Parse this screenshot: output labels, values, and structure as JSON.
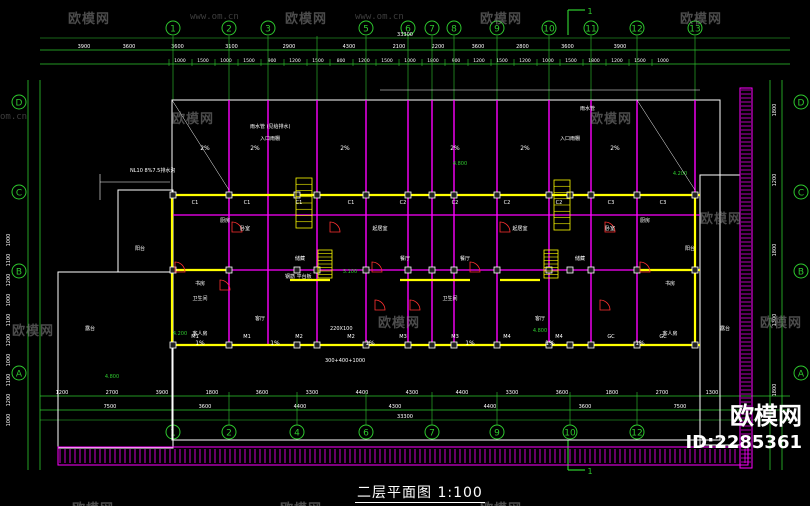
{
  "caption": "二层平面图 1:100",
  "brand": {
    "name": "欧模网",
    "id": "ID:2285361"
  },
  "watermark": {
    "text": "欧模网",
    "url": "www.om.cn",
    "url_short": "om.cn"
  },
  "axes_top": [
    "1",
    "2",
    "3",
    "5",
    "6",
    "7",
    "8",
    "9",
    "10",
    "11",
    "12",
    "13"
  ],
  "axes_bottom": [
    "1",
    "2",
    "4",
    "6",
    "7",
    "9",
    "10",
    "12"
  ],
  "axes_left": [
    "D",
    "C",
    "B",
    "A"
  ],
  "section_mark": "1",
  "dims_top_row1": [
    "3900",
    "3600",
    "3600",
    "3100",
    "2900",
    "4300",
    "2100",
    "2200",
    "3600",
    "2800",
    "3600",
    "3900"
  ],
  "total_top": "33300",
  "dims_top_row2": [
    "1000",
    "1500",
    "1000",
    "1500",
    "900",
    "1200",
    "1500",
    "800",
    "1200",
    "1500",
    "1000",
    "1800",
    "900",
    "1200",
    "1500",
    "1200",
    "1000",
    "1500",
    "1800",
    "1200",
    "1500",
    "1000"
  ],
  "dims_bottom_row1": [
    "1200",
    "2700",
    "3900",
    "1800",
    "3600",
    "3300",
    "4400",
    "4300",
    "4400",
    "3300",
    "3600",
    "1800",
    "2700",
    "1300"
  ],
  "dims_bottom_row2": [
    "7500",
    "3600",
    "4400",
    "4300",
    "4400",
    "3600",
    "7500"
  ],
  "total_bottom": "33300",
  "dims_right": [
    "1800",
    "1200",
    "1800",
    "1300",
    "1800"
  ],
  "room_labels": [
    "入口雨棚",
    "入口雨棚",
    "卧室",
    "卧室",
    "起居室",
    "起居室",
    "客厅",
    "客厅",
    "卫生间",
    "卫生间",
    "餐厅",
    "餐厅",
    "厨房",
    "厨房",
    "阳台",
    "阳台",
    "储藏",
    "储藏",
    "书房",
    "书房",
    "客人房",
    "客人房",
    "露台",
    "露台"
  ],
  "slopes": [
    "2%",
    "2%",
    "2%",
    "2%",
    "2%",
    "2%",
    "1%",
    "1%",
    "1%",
    "1%",
    "1%",
    "1%"
  ],
  "codes": [
    "C1",
    "C1",
    "C1",
    "C1",
    "C2",
    "C2",
    "C2",
    "C2",
    "C3",
    "C3",
    "M1",
    "M1",
    "M2",
    "M2",
    "M3",
    "M3",
    "M4",
    "M4",
    "GC",
    "GC"
  ],
  "levels": [
    "4.800",
    "4.800",
    "4.800",
    "5.100",
    "4.200",
    "4.200"
  ],
  "notes": [
    "NL10 8%7.5排水沟",
    "雨水管 (见给排水)",
    "雨水管",
    "钢筋 平台板",
    "220X100",
    "300+400+1000"
  ],
  "colors": {
    "axis": "#2ec82e",
    "wall": "#ff00ff",
    "window": "#ffff00",
    "dim": "#00c8c8",
    "text": "#ffffff",
    "hatch": "#ff00ff",
    "red": "#ff3030"
  }
}
